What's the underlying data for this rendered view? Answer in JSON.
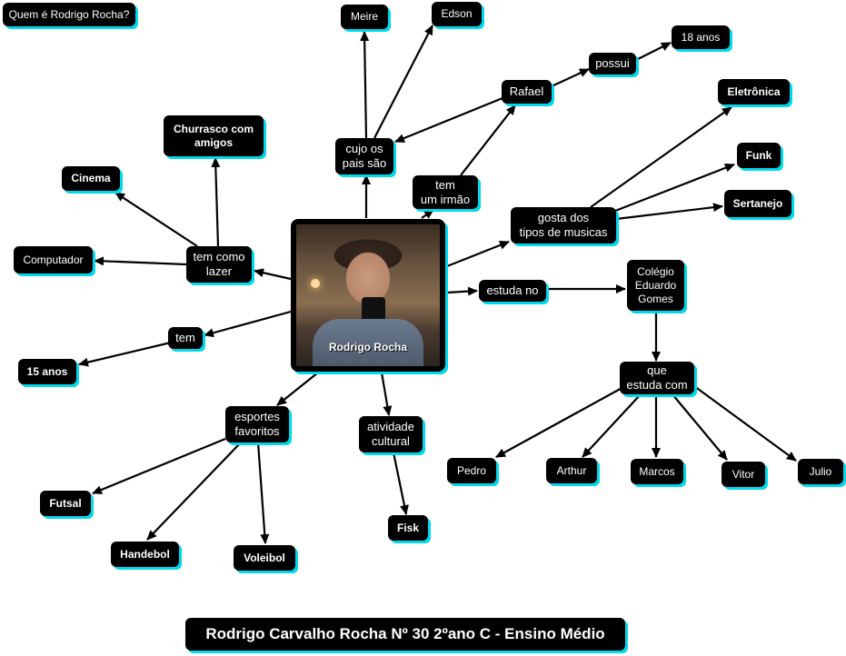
{
  "header": {
    "question": "Quem é Rodrigo Rocha?"
  },
  "footer": {
    "title": "Rodrigo Carvalho Rocha Nº 30 2ºano C - Ensino Médio"
  },
  "center": {
    "name": "Rodrigo Rocha"
  },
  "nodes": {
    "meire": "Meire",
    "edson": "Edson",
    "cujo_os_pais_sao": "cujo os\npais são",
    "rafael": "Rafael",
    "possui": "possui",
    "dezoito_anos": "18 anos",
    "tem_um_irmao": "tem\num irmão",
    "churrasco": "Churrasco com\namigos",
    "cinema": "Cinema",
    "computador": "Computador",
    "tem_como_lazer": "tem como\nlazer",
    "eletronica": "Eletrônica",
    "funk": "Funk",
    "sertanejo": "Sertanejo",
    "gosta_dos_tipos": "gosta dos\ntipos de musicas",
    "estuda_no": "estuda no",
    "colegio": "Colégio\nEduardo\nGomes",
    "que_estuda_com": "que\nestuda com",
    "tem": "tem",
    "quinze_anos": "15 anos",
    "esportes_favoritos": "esportes\nfavoritos",
    "atividade_cultural": "atividade\ncultural",
    "futsal": "Futsal",
    "handebol": "Handebol",
    "voleibol": "Voleibol",
    "fisk": "Fisk",
    "pedro": "Pedro",
    "arthur": "Arthur",
    "marcos": "Marcos",
    "vitor": "Vitor",
    "julio": "Julio"
  },
  "colors": {
    "node_bg": "#000000",
    "node_shadow": "#00d8ee",
    "text": "#ffffff",
    "edge": "#000000"
  }
}
